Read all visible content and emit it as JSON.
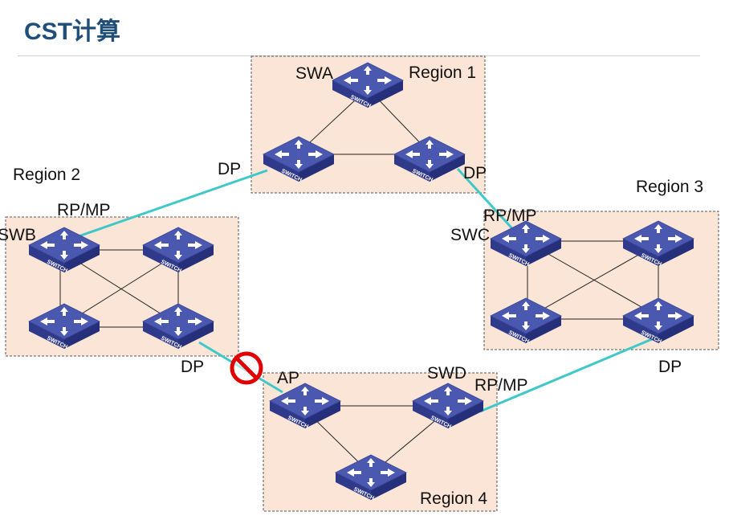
{
  "title": "CST计算",
  "colors": {
    "title": "#1f4e79",
    "region_fill": "#fbe5d6",
    "region_border": "#555555",
    "inter_link": "#40c8c8",
    "intra_link": "#222222",
    "switch_top": "#4a58b0",
    "switch_side": "#2f3a8a",
    "block": "#e00000"
  },
  "switch_label": "SWITCH",
  "regions": [
    {
      "name": "Region 1"
    },
    {
      "name": "Region 2"
    },
    {
      "name": "Region 3"
    },
    {
      "name": "Region 4"
    }
  ],
  "switch_names": {
    "a": "SWA",
    "b": "SWB",
    "c": "SWC",
    "d": "SWD"
  },
  "port_roles": {
    "r1_dp_left": "DP",
    "r1_dp_right": "DP",
    "swb_rp": "RP/MP",
    "swc_rp": "RP/MP",
    "r2_dp": "DP",
    "r3_dp": "DP",
    "r4_ap": "AP",
    "swd_rp": "RP/MP"
  }
}
